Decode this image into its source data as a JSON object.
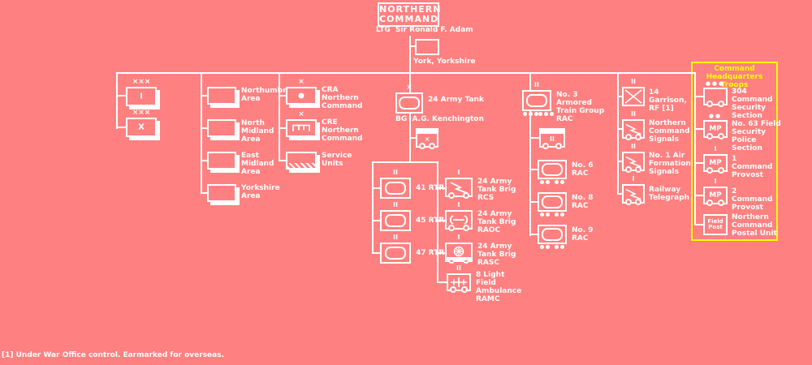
{
  "colors": {
    "background": "#ff8080",
    "line": "#ffffff",
    "highlight": "#ffff00"
  },
  "header": {
    "title_line1": "NORTHERN",
    "title_line2": "COMMAND",
    "commander": "LTG  Sir Ronald F. Adam",
    "hq_location": "York, Yorkshire"
  },
  "corps": [
    {
      "size_mark": "×××",
      "numeral": "I"
    },
    {
      "size_mark": "×××",
      "numeral": "X"
    }
  ],
  "areas": [
    {
      "label": "Northumbrian Area"
    },
    {
      "label": "North Midland Area"
    },
    {
      "label": "East Midland Area"
    },
    {
      "label": "Yorkshire Area"
    }
  ],
  "command_services": [
    {
      "size_mark": "×",
      "label": "CRA Northern Command"
    },
    {
      "size_mark": "×",
      "label": "CRE Northern Command"
    },
    {
      "size_mark": "",
      "label": "Service Units"
    }
  ],
  "tank_group": {
    "size_mark": "×",
    "label": "24 Army Tank",
    "commander": "BG  A.G. Kenchington",
    "hq_symbol": "×",
    "regiments": [
      {
        "size_mark": "II",
        "label": "41 RTR"
      },
      {
        "size_mark": "II",
        "label": "45 RTR"
      },
      {
        "size_mark": "II",
        "label": "47 RTR"
      }
    ],
    "support": [
      {
        "size_mark": "I",
        "label": "24 Army Tank Brig RCS"
      },
      {
        "size_mark": "I",
        "label": "24 Army Tank Brig RAOC"
      },
      {
        "size_mark": "I",
        "label": "24 Army Tank Brig RASC"
      },
      {
        "size_mark": "II",
        "label": "8 Light Field Ambulance RAMC"
      }
    ]
  },
  "train_group": {
    "size_mark": "II",
    "label": "No. 3 Armored Train Group RAC",
    "hq_symbol": "II",
    "units": [
      {
        "label": "No. 6 RAC"
      },
      {
        "label": "No. 8 RAC"
      },
      {
        "label": "No. 9 RAC"
      }
    ]
  },
  "garrison_signals": [
    {
      "size_mark": "II",
      "label": "14 Garrison, RF [1]"
    },
    {
      "size_mark": "II",
      "label": "Northern Command Signals"
    },
    {
      "size_mark": "II",
      "label": "No. 1 Air Formation Signals"
    },
    {
      "size_mark": "I",
      "label": "Railway Telegraph"
    }
  ],
  "hq_troops": {
    "title": "Command Headquarters Troops",
    "units": [
      {
        "size_mark": "●●●",
        "box_text": "",
        "label": "304 Command Security Section"
      },
      {
        "size_mark": "●●",
        "box_text": "MP",
        "label": "No. 63 Field Security Police Section"
      },
      {
        "size_mark": "I",
        "box_text": "MP",
        "label": "1 Command Provost"
      },
      {
        "size_mark": "I",
        "box_text": "MP",
        "label": "2 Command Provost"
      },
      {
        "size_mark": "",
        "box_text": "Field Post",
        "label": "Northern Command Postal Unit"
      }
    ]
  },
  "footnote": "[1] Under War Office control. Earmarked for overseas."
}
